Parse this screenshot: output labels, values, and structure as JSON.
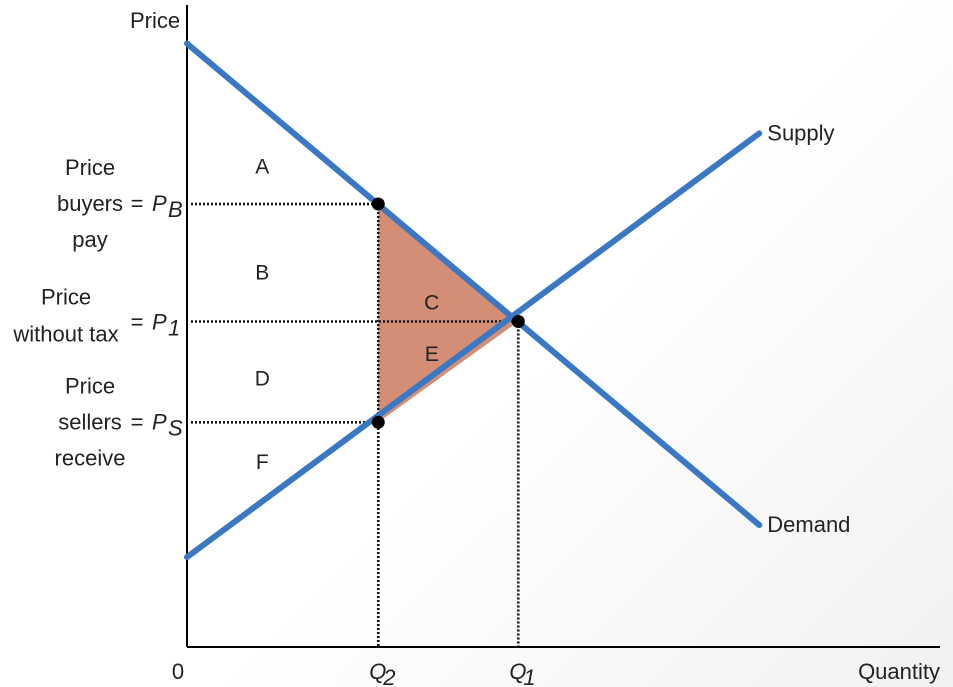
{
  "chart_data": {
    "type": "line",
    "title": "",
    "xlabel": "Quantity",
    "ylabel": "Price",
    "origin_label": "0",
    "xlim": [
      0,
      100
    ],
    "ylim": [
      0,
      100
    ],
    "grid": false,
    "series": [
      {
        "name": "Supply",
        "color": "#3a78c3",
        "x": [
          0,
          76
        ],
        "y": [
          14,
          80
        ]
      },
      {
        "name": "Demand",
        "color": "#3a78c3",
        "x": [
          0,
          76
        ],
        "y": [
          94,
          19
        ]
      }
    ],
    "points": [
      {
        "id": "pb_point",
        "x": 25.4,
        "y": 69
      },
      {
        "id": "ps_point",
        "x": 25.4,
        "y": 35
      },
      {
        "id": "eq_point",
        "x": 44,
        "y": 50.7
      }
    ],
    "deadweight_loss": {
      "color": "#d48e76",
      "vertices": [
        [
          25.4,
          69
        ],
        [
          44,
          50.7
        ],
        [
          25.4,
          35
        ]
      ]
    },
    "price_levels": [
      {
        "id": "pb",
        "y": 69,
        "label_lines": [
          "Price",
          "buyers",
          "pay"
        ],
        "symbol": "P",
        "sub": "B"
      },
      {
        "id": "p1",
        "y": 50.7,
        "label_lines": [
          "Price",
          "without tax"
        ],
        "symbol": "P",
        "sub": "1"
      },
      {
        "id": "ps",
        "y": 35,
        "label_lines": [
          "Price",
          "sellers",
          "receive"
        ],
        "symbol": "P",
        "sub": "S"
      }
    ],
    "quantity_levels": [
      {
        "id": "q2",
        "x": 25.4,
        "symbol": "Q",
        "sub": "2"
      },
      {
        "id": "q1",
        "x": 44,
        "symbol": "Q",
        "sub": "1"
      }
    ],
    "regions": [
      {
        "id": "a",
        "label": "A",
        "x": 10,
        "y": 75
      },
      {
        "id": "b",
        "label": "B",
        "x": 10,
        "y": 58.5
      },
      {
        "id": "c",
        "label": "C",
        "x": 32.5,
        "y": 53.8
      },
      {
        "id": "d",
        "label": "D",
        "x": 10,
        "y": 42
      },
      {
        "id": "e",
        "label": "E",
        "x": 32.5,
        "y": 45.8
      },
      {
        "id": "f",
        "label": "F",
        "x": 10,
        "y": 29
      }
    ]
  }
}
